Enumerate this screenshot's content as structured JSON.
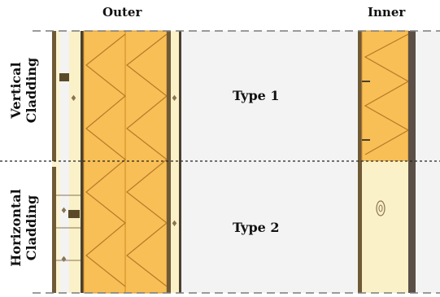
{
  "columns": {
    "outer": "Outer",
    "inner": "Inner"
  },
  "rows": [
    {
      "side_line1": "Vertical",
      "side_line2": "Cladding",
      "type": "Type 1"
    },
    {
      "side_line1": "Horizontal",
      "side_line2": "Cladding",
      "type": "Type 2"
    }
  ],
  "colors": {
    "insulation": "#F7BF55",
    "insulation_edge": "#D8922C",
    "board": "#FAF1C8",
    "stud": "#6E5A36",
    "frame_dark": "#4A4030",
    "wall_bg": "#F2F2F2",
    "dash": "#7A7A7A"
  }
}
